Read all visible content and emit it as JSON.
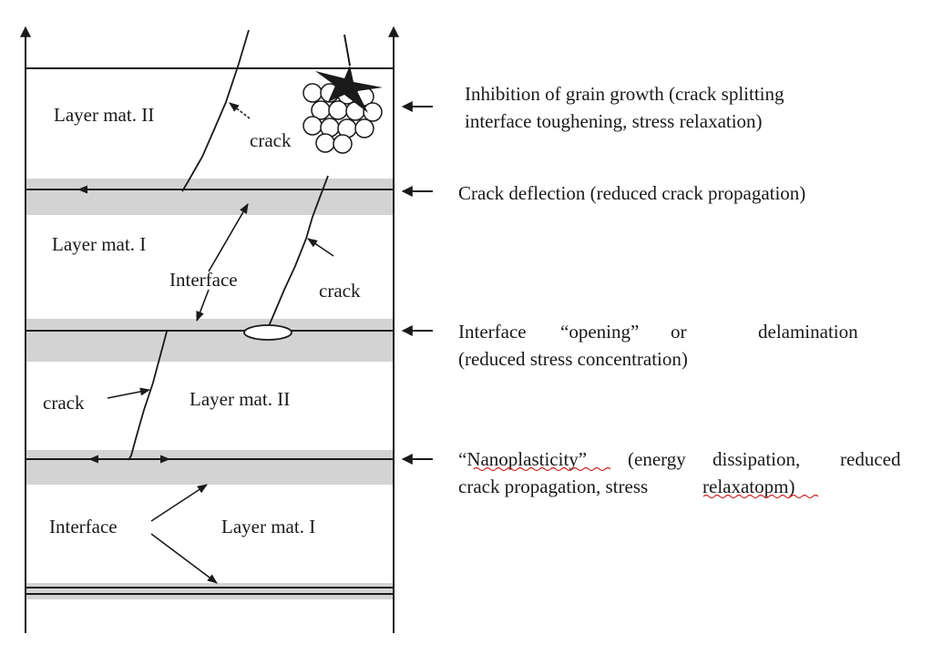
{
  "layer_labels": {
    "l1": "Layer mat. II",
    "l2": "Layer mat. I",
    "l3": "Layer mat. II",
    "l4": "Layer mat. I"
  },
  "crack_labels": {
    "c1": "crack",
    "c2": "crack",
    "c3": "crack"
  },
  "interface_labels": {
    "i1": "Interface",
    "i2": "Interface"
  },
  "mechanisms": {
    "m1_line1": "Inhibition of grain growth (crack splitting",
    "m1_line2": "interface toughening, stress relaxation)",
    "m2_line1": "Crack deflection (reduced crack propagation)",
    "m3_line1a": "Interface",
    "m3_line1b": "“opening”",
    "m3_line1c": "or",
    "m3_line1d": "delamination",
    "m3_line2": "(reduced stress concentration)",
    "m4_line1a": "“Nanoplasticity”",
    "m4_line1b": "(energy",
    "m4_line1c": "dissipation,",
    "m4_line1d": "reduced",
    "m4_line2a": "crack propagation, stress",
    "m4_line2b": "relaxatopm)"
  },
  "colors": {
    "interface_band": "#d3d3d3",
    "line": "#1a1a1a",
    "squiggle": "#d42020"
  }
}
